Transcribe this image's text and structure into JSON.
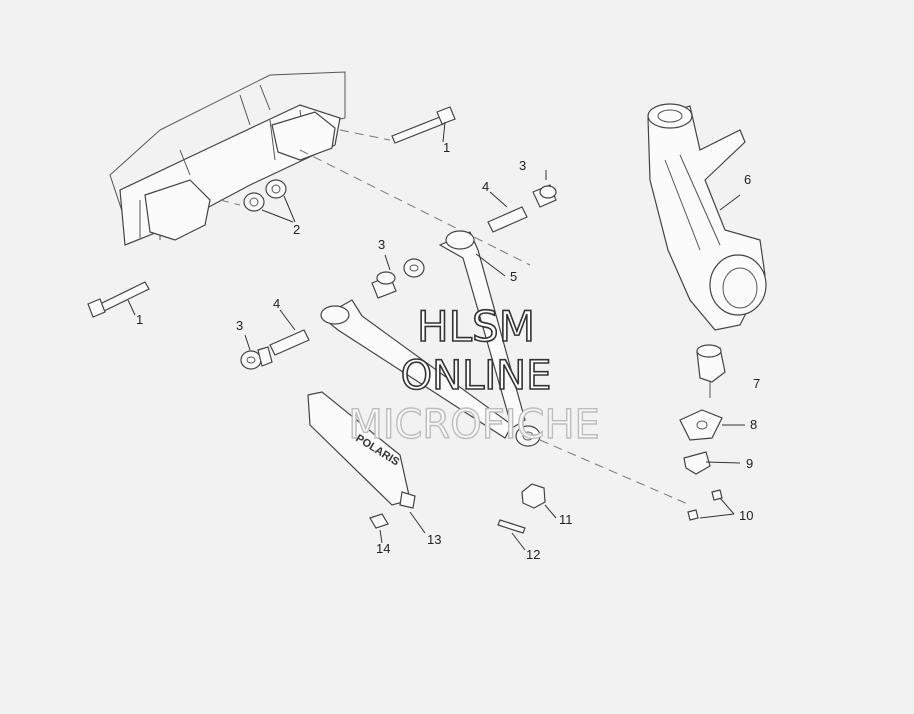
{
  "watermark": {
    "line1": "HLSM",
    "line2": "ONLINE",
    "line3": "MICROFICHE"
  },
  "decal_text": "POLARIS",
  "callouts": {
    "c1a": "1",
    "c1b": "1",
    "c2": "2",
    "c3a": "3",
    "c3b": "3",
    "c3c": "3",
    "c4a": "4",
    "c4b": "4",
    "c5": "5",
    "c6": "6",
    "c7": "7",
    "c8": "8",
    "c9": "9",
    "c10": "10",
    "c11": "11",
    "c12": "12",
    "c13": "13",
    "c14": "14"
  }
}
